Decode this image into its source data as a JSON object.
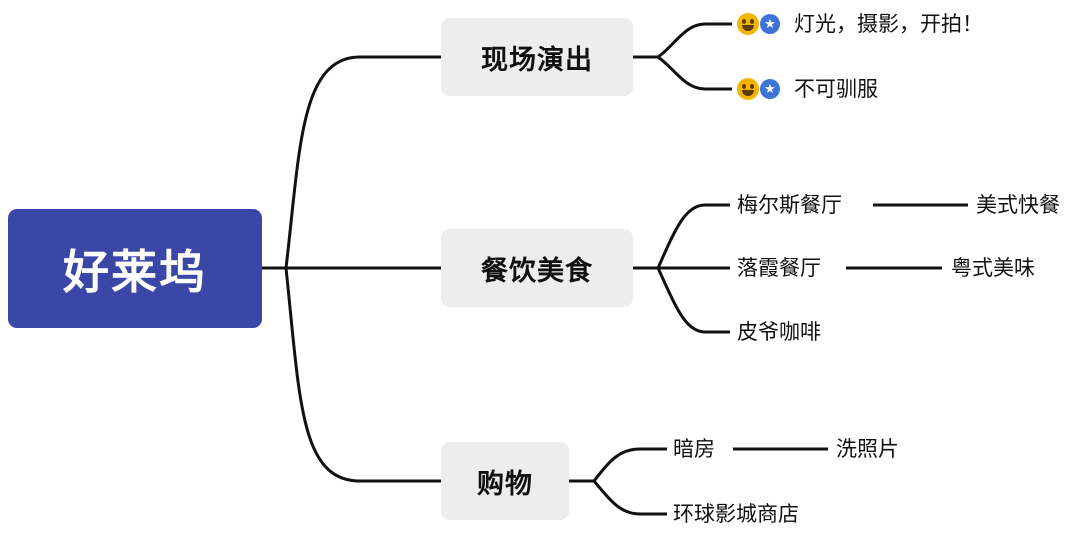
{
  "root": {
    "label": "好莱坞"
  },
  "branches": [
    {
      "label": "现场演出",
      "children": [
        {
          "label": "灯光，摄影，开拍！",
          "icons": [
            "smile-emoji-icon",
            "star-badge-icon"
          ]
        },
        {
          "label": "不可驯服",
          "icons": [
            "smile-emoji-icon",
            "star-badge-icon"
          ]
        }
      ]
    },
    {
      "label": "餐饮美食",
      "children": [
        {
          "label": "梅尔斯餐厅",
          "detail": "美式快餐"
        },
        {
          "label": "落霞餐厅",
          "detail": "粤式美味"
        },
        {
          "label": "皮爷咖啡"
        }
      ]
    },
    {
      "label": "购物",
      "children": [
        {
          "label": "暗房",
          "detail": "洗照片"
        },
        {
          "label": "环球影城商店"
        }
      ]
    }
  ],
  "colors": {
    "root_bg": "#3a47a6",
    "branch_bg": "#ededed",
    "line": "#111111",
    "star": "#3b73d9",
    "smile": "#f4b400"
  }
}
